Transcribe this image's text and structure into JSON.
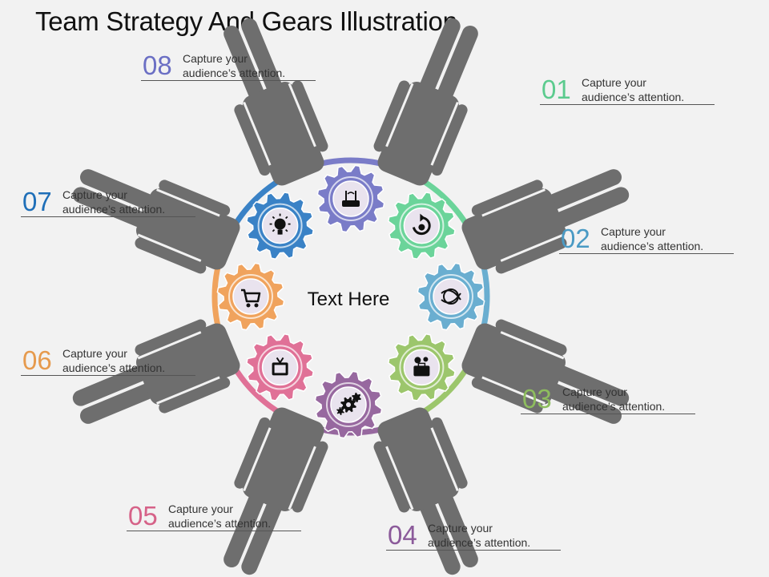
{
  "title": "Team Strategy And Gears Illustration",
  "center_text": "Text Here",
  "colors": {
    "person": "#6e6e6e",
    "gear_stroke": "#ffffff"
  },
  "segments": [
    {
      "number": "01",
      "line1": "Capture your",
      "line2": "audience’s attention.",
      "color": "#5ccb8e",
      "gear_color": "#6bd49a",
      "icon": "refresh-icon"
    },
    {
      "number": "02",
      "line1": "Capture your",
      "line2": "audience’s attention.",
      "color": "#4a9ac4",
      "gear_color": "#6aaed0",
      "icon": "globe-icon"
    },
    {
      "number": "03",
      "line1": "Capture your",
      "line2": "audience’s attention.",
      "color": "#8ebd5e",
      "gear_color": "#9cc66c",
      "icon": "briefcase-gears-icon"
    },
    {
      "number": "04",
      "line1": "Capture your",
      "line2": "audience’s attention.",
      "color": "#8b5a9a",
      "gear_color": "#97689f",
      "icon": "gear-cluster-icon"
    },
    {
      "number": "05",
      "line1": "Capture your",
      "line2": "audience’s attention.",
      "color": "#d66288",
      "gear_color": "#e07197",
      "icon": "tv-icon"
    },
    {
      "number": "06",
      "line1": "Capture your",
      "line2": "audience’s attention.",
      "color": "#e69a4d",
      "gear_color": "#f0a35d",
      "icon": "cart-icon"
    },
    {
      "number": "07",
      "line1": "Capture your",
      "line2": "audience’s attention.",
      "color": "#1f6fb8",
      "gear_color": "#3a82c6",
      "icon": "lightbulb-icon"
    },
    {
      "number": "08",
      "line1": "Capture your",
      "line2": "audience’s attention.",
      "color": "#6b6fc4",
      "gear_color": "#7a7cc8",
      "icon": "router-icon"
    }
  ]
}
